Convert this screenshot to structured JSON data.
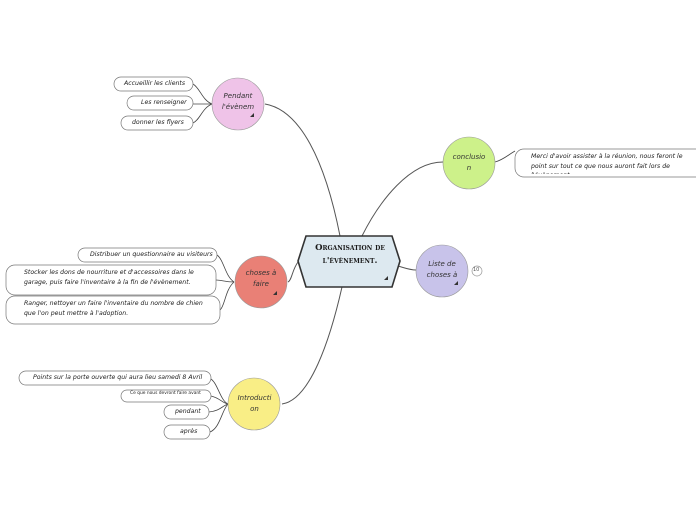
{
  "central": {
    "title": "Organisation de l'évènement."
  },
  "branches": [
    {
      "label": "Pendant l'évènem",
      "color": "#efc3e8",
      "children": [
        "Accueillir les clients",
        "Les renseigner",
        "donner les flyers"
      ]
    },
    {
      "label": "choses à faire",
      "color": "#e98076",
      "children": [
        "Distribuer un questionnaire au visiteurs",
        "Stocker les dons de nourriture et d'accessoires dans le garage, puis faire l'inventaire à la fin de l'évènement.",
        "Ranger, nettoyer un faire l'inventaire du nombre de chien que l'on peut mettre à l'adoption."
      ]
    },
    {
      "label": "Introduction",
      "color": "#f9ee86",
      "children": [
        "Points sur la porte ouverte qui aura lieu samedi 8 Avril",
        "Ce que nous devront faire avant",
        "pendant",
        "après"
      ]
    },
    {
      "label": "conclusion",
      "color": "#cdf18a",
      "children": [
        "Merci d'avoir assister à la réunion, nous feront le point sur tout ce que nous auront fait lors de l'évènement."
      ]
    },
    {
      "label": "Liste de choses à",
      "color": "#c8c3ea",
      "children": [],
      "collapsed_count": "10"
    }
  ]
}
